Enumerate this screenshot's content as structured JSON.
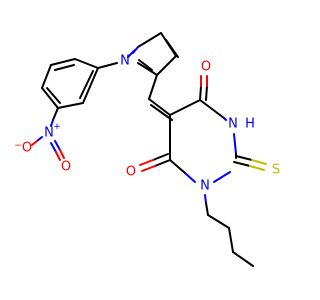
{
  "structure": {
    "colors": {
      "carbon_bond": "#000000",
      "nitrogen": "#0000ff",
      "oxygen": "#ff0000",
      "sulfur": "#bfbf00"
    },
    "atoms": {
      "pyrrole_n": "N",
      "nitro_n": "N",
      "nitro_n_charge": "+",
      "nitro_o_minus": "O",
      "nitro_o_minus_charge": "−",
      "nitro_o_double": "O",
      "ring_o_top": "O",
      "ring_o_bottom": "O",
      "ring_nh": "H",
      "ring_nh_n": "N",
      "ring_n_butyl": "N",
      "thione_s": "S"
    }
  }
}
